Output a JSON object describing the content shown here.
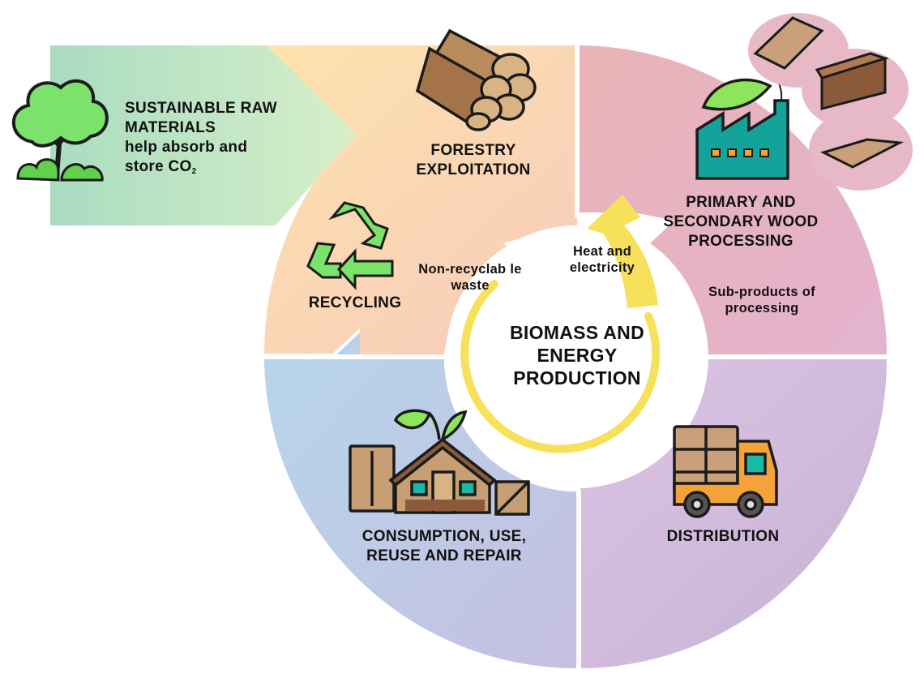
{
  "stages": {
    "raw_materials": {
      "title": "SUSTAINABLE RAW MATERIALS",
      "line2": "help absorb and",
      "line3_prefix": "store CO",
      "line3_sub": "2"
    },
    "forestry": {
      "title": "FORESTRY EXPLOITATION"
    },
    "processing": {
      "title": "PRIMARY AND SECONDARY WOOD PROCESSING"
    },
    "distribution": {
      "title": "DISTRIBUTION"
    },
    "consumption": {
      "title": "CONSUMPTION, USE, REUSE AND REPAIR"
    },
    "recycling": {
      "title": "RECYCLING"
    },
    "biomass": {
      "title": "BIOMASS AND ENERGY PRODUCTION"
    }
  },
  "flows": {
    "heat": "Heat and electricity",
    "non_recyclable": "Non-recyclab le waste",
    "sub_products": "Sub-products of processing"
  },
  "colors": {
    "green": "#cfe9c8",
    "orange": "#fbdcb4",
    "pink": "#eab6c0",
    "purple": "#d4bcdc",
    "blue": "#b9d0e8",
    "yellow": "#f7e15a"
  }
}
